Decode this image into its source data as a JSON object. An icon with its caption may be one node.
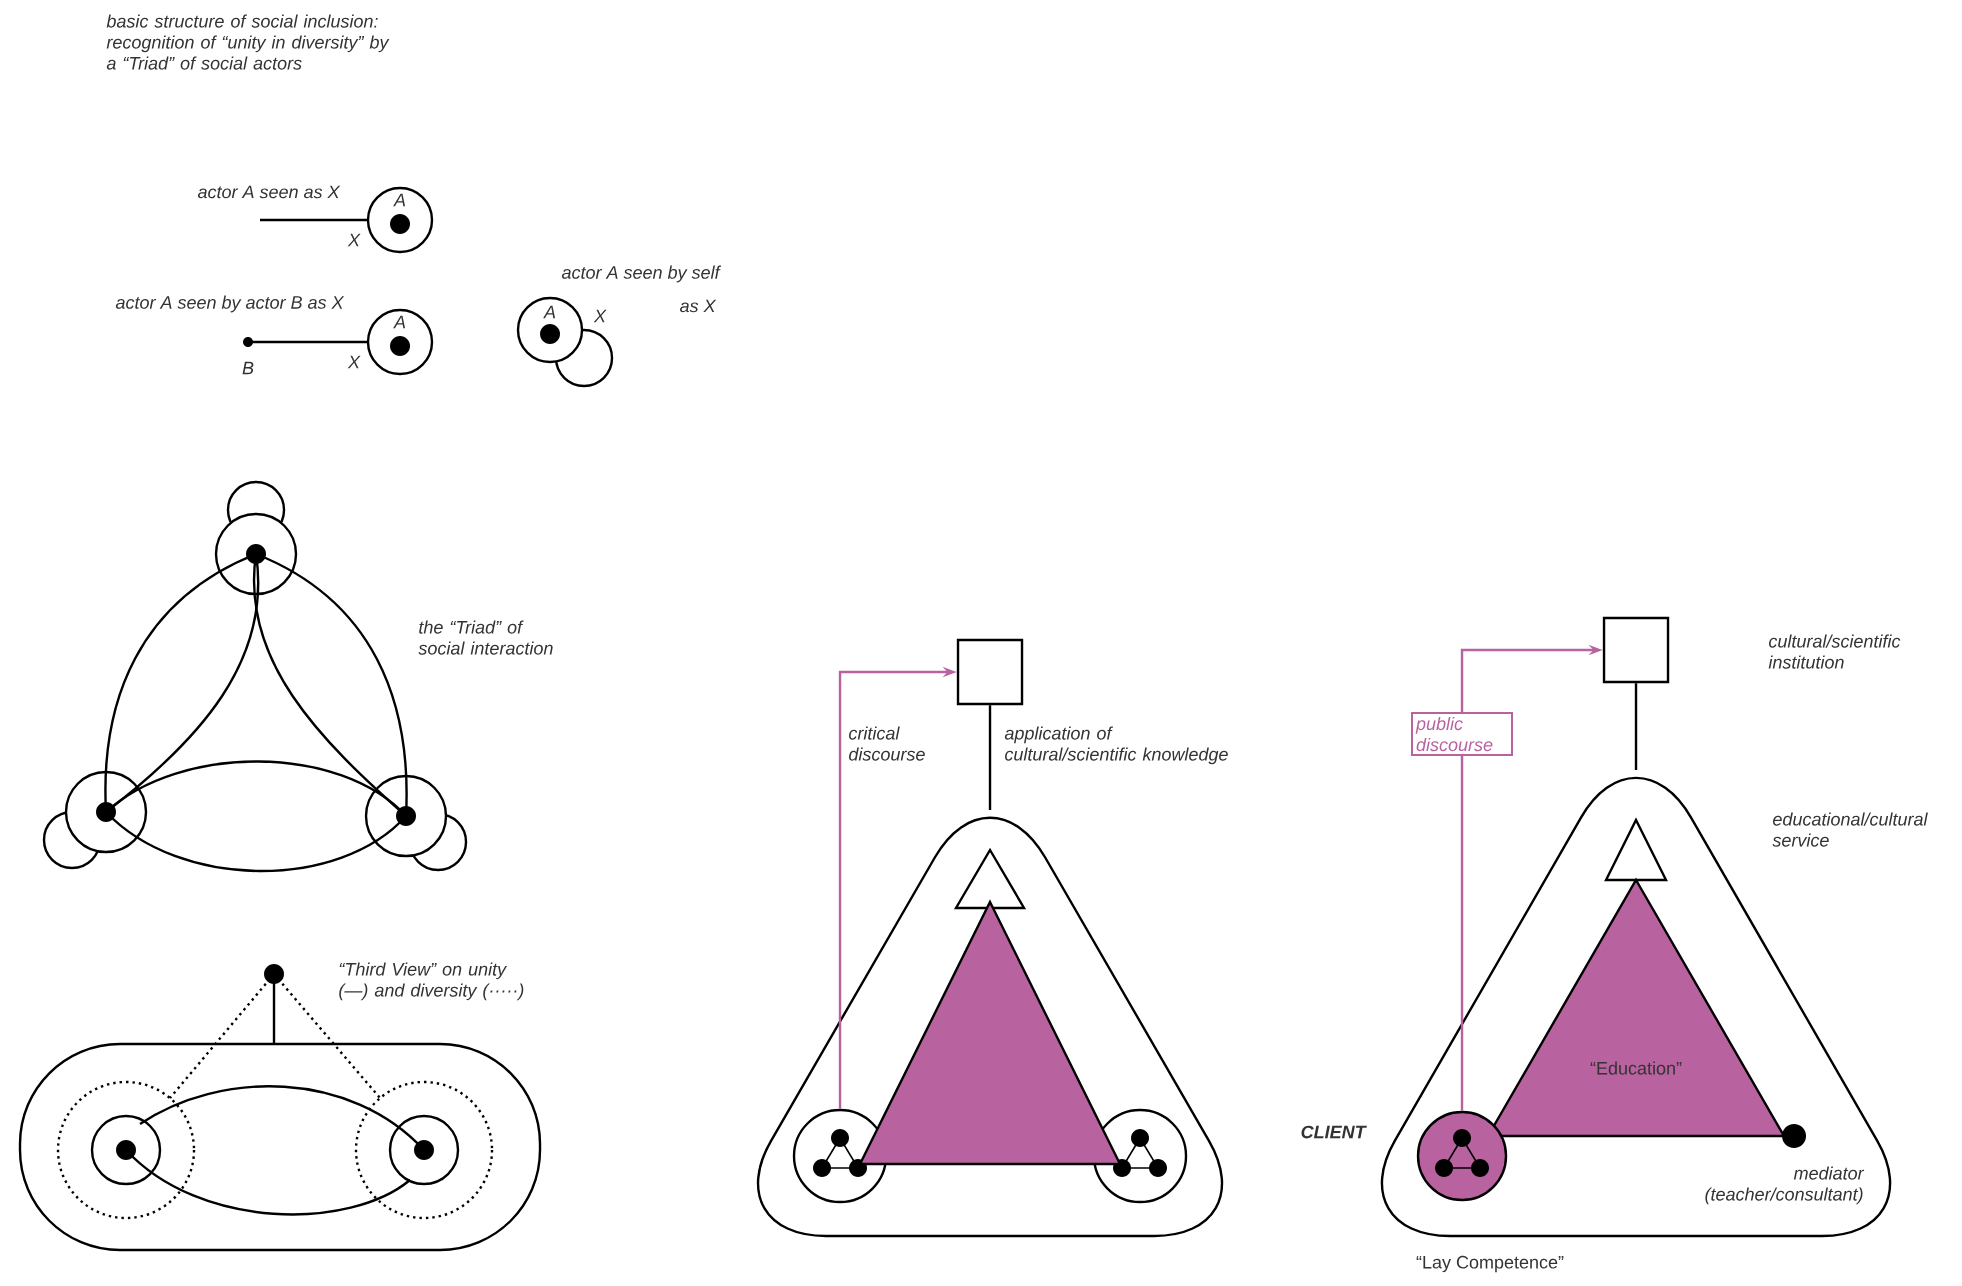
{
  "diagram": {
    "title": "basic structure of social inclusion: recognition of “unity in diversity” by a “Triad” of social actors",
    "nodes": [
      {
        "text": [],
        "shape": "box"
      },
      {
        "text": [],
        "shape": "triangle"
      },
      {
        "text": [],
        "shape": "circle",
        "in": 1
      },
      {
        "text": [],
        "shape": "circle",
        "in": 1
      },
      {
        "text": [],
        "shape": "triangle",
        "in": 1
      },
      {
        "text": [],
        "shape": "triangle",
        "in": 1
      },
      {
        "text": [],
        "shape": "box"
      },
      {
        "text": [],
        "shape": "triangle"
      },
      {
        "text": [],
        "shape": "triangle",
        "in": 7
      },
      {
        "text": [
          "“Education”"
        ],
        "in": 7
      },
      {
        "text": [],
        "shape": "circle",
        "in": 7,
        "beside": [
          "CLIENT",
          "“Lay Competence”"
        ]
      },
      {
        "text": [],
        "shape": "circle",
        "in": 7,
        "beside": [
          "mediator (teacher/consultant)"
        ]
      }
    ],
    "edges": [
      {
        "from": 0,
        "to": 1,
        "arrow": "none",
        "label": "application of cultural/scientific knowledge"
      },
      {
        "from": 2,
        "to": 0,
        "arrow": "to",
        "label": "critical discourse",
        "color": "#b8629f"
      },
      {
        "from": 6,
        "to": 7,
        "arrow": "none"
      },
      {
        "from": 10,
        "to": 6,
        "arrow": "to",
        "label": "public discourse",
        "color": "#b8629f"
      }
    ],
    "labels": [
      "actor A seen as X",
      "A",
      "X",
      "actor A seen by actor B as X",
      "B",
      "A",
      "X",
      "actor A seen by self",
      "as X",
      "A",
      "X",
      "the “Triad” of social interaction",
      "“Third View” on unity (—) and diversity (·····)",
      "cultural/scientific institution",
      "educational/cultural service"
    ]
  }
}
